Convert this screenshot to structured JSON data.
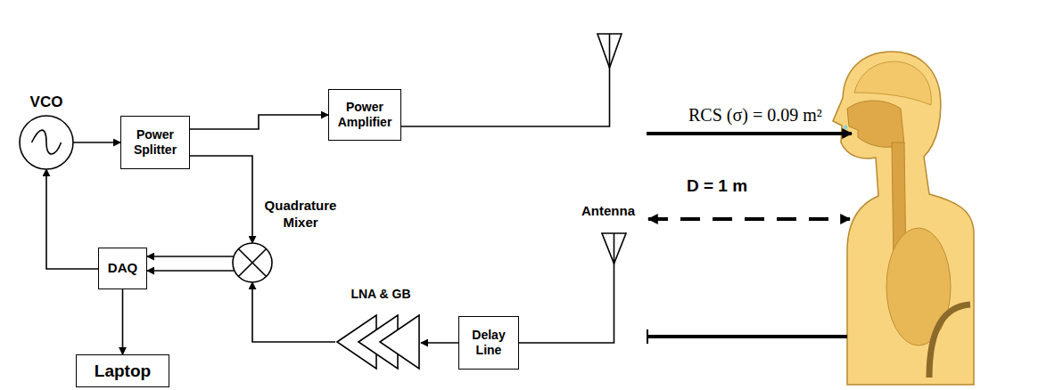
{
  "diagram": {
    "nodes": [
      {
        "text": [
          "VCO"
        ]
      },
      {
        "text": [
          "Power Splitter"
        ]
      },
      {
        "text": [
          "Power Amplifier"
        ]
      },
      {
        "text": [
          "DAQ"
        ]
      },
      {
        "text": [
          "Quadrature Mixer"
        ]
      },
      {
        "text": [
          "LNA & GB"
        ]
      },
      {
        "text": [
          "Delay Line"
        ]
      },
      {
        "text": [
          "Laptop"
        ]
      }
    ],
    "edges": [
      {
        "from": 0,
        "to": 1,
        "arrow": "to"
      },
      {
        "from": 1,
        "to": 2,
        "arrow": "to"
      },
      {
        "from": 1,
        "to": 4,
        "arrow": "to"
      },
      {
        "from": 4,
        "to": 3,
        "arrow": "to"
      },
      {
        "from": 4,
        "to": 3,
        "arrow": "to"
      },
      {
        "from": 3,
        "to": 0,
        "arrow": "to"
      },
      {
        "from": 3,
        "to": 7,
        "arrow": "to"
      },
      {
        "from": 5,
        "to": 4,
        "arrow": "to"
      },
      {
        "from": 6,
        "to": 5,
        "arrow": "to"
      }
    ],
    "labels": [
      "Antenna",
      "D = 1 m",
      "RCS (σ) = 0.09 m²"
    ]
  }
}
